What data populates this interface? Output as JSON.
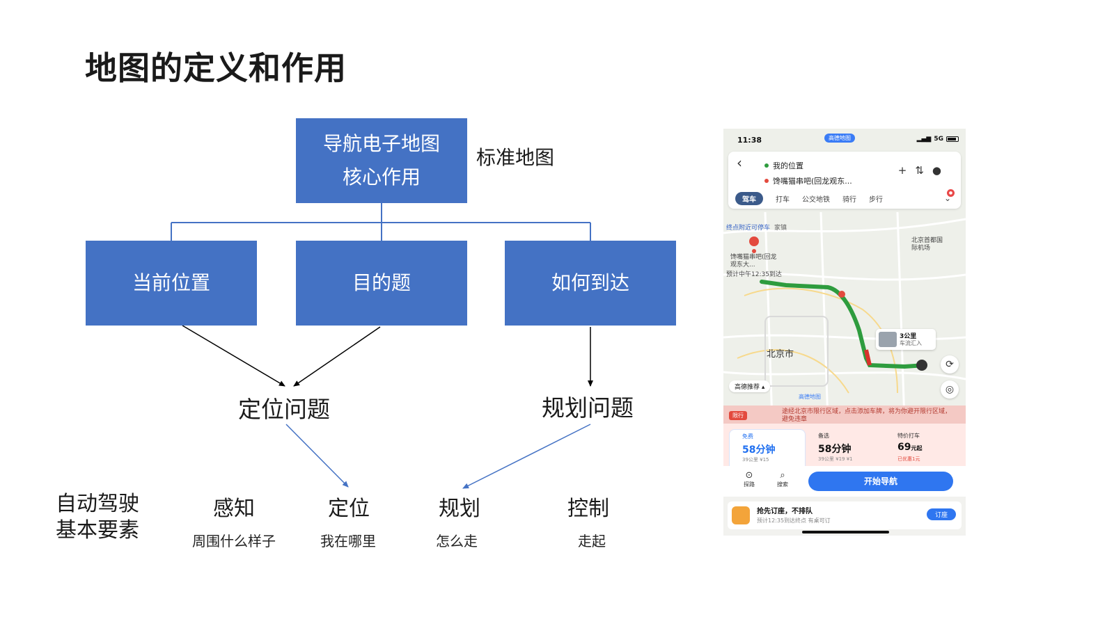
{
  "title": "地图的定义和作用",
  "root_box": {
    "line1": "导航电子地图",
    "line2": "核心作用"
  },
  "root_side_label": "标准地图",
  "child_boxes": {
    "current": "当前位置",
    "destination": "目的题",
    "how": "如何到达"
  },
  "problems": {
    "localization": "定位问题",
    "planning": "规划问题"
  },
  "autodrive": {
    "label_line1": "自动驾驶",
    "label_line2": "基本要素"
  },
  "elements": [
    {
      "name": "感知",
      "desc": "周围什么样子"
    },
    {
      "name": "定位",
      "desc": "我在哪里"
    },
    {
      "name": "规划",
      "desc": "怎么走"
    },
    {
      "name": "控制",
      "desc": "走起"
    }
  ],
  "colors": {
    "box_fill": "#4472c4",
    "tree_line": "#4472c4",
    "black_arrow": "#000000",
    "blue_arrow": "#4472c4"
  },
  "phone": {
    "time": "11:38",
    "status_pill": "高德地图",
    "network": "5G",
    "origin": "我的位置",
    "destination": "馋嘴猫串吧(回龙观东...",
    "modes": [
      "驾车",
      "打车",
      "公交地铁",
      "骑行",
      "步行"
    ],
    "parking_hint": "终点附近可停车",
    "parking_extra": "家镇",
    "dest_map_label": "馋嘴猫串吧(回龙观东大...",
    "eta_map_label": "预计中午12:35到达",
    "airport_label": "北京首都国际机场",
    "city_label": "北京市",
    "traffic_distance": "3公里",
    "traffic_note": "车流汇入",
    "recommend": "高德推荐",
    "map_logo": "高德地图",
    "restriction_badge": "限行",
    "restriction_msg": "途经北京市限行区域，点击添加车牌，将为你避开限行区域，避免违章",
    "plans": [
      {
        "label": "免费",
        "time": "58分钟",
        "sub": "39公里  ¥15"
      },
      {
        "label": "备选",
        "time": "58分钟",
        "sub": "39公里  ¥19  ¥1"
      },
      {
        "label": "特价打车",
        "price": "69",
        "unit": "元起",
        "sub": "已优惠1元"
      }
    ],
    "actions": [
      "探路",
      "搜索"
    ],
    "start_button": "开始导航",
    "promo_title": "抢先订座，不排队",
    "promo_sub": "预计12:35到达终点 有桌可订",
    "promo_button": "订座"
  }
}
